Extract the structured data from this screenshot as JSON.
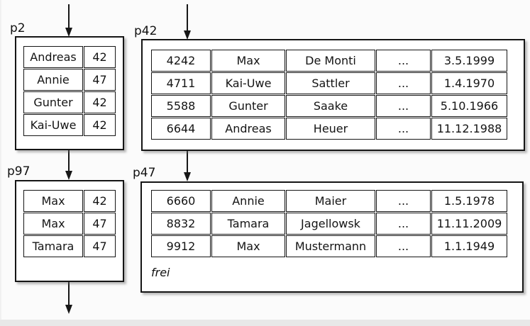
{
  "colors": {
    "canvas_bg": "#fbfbfb",
    "box_bg": "#ffffff",
    "line": "#151515",
    "footer_bar": "#e8e8e8"
  },
  "pages": {
    "p2": {
      "label": "p2",
      "rows": [
        [
          "Andreas",
          "42"
        ],
        [
          "Annie",
          "47"
        ],
        [
          "Gunter",
          "42"
        ],
        [
          "Kai-Uwe",
          "42"
        ]
      ]
    },
    "p42": {
      "label": "p42",
      "rows": [
        [
          "4242",
          "Max",
          "De Monti",
          "...",
          "3.5.1999"
        ],
        [
          "4711",
          "Kai-Uwe",
          "Sattler",
          "...",
          "1.4.1970"
        ],
        [
          "5588",
          "Gunter",
          "Saake",
          "...",
          "5.10.1966"
        ],
        [
          "6644",
          "Andreas",
          "Heuer",
          "...",
          "11.12.1988"
        ]
      ]
    },
    "p97": {
      "label": "p97",
      "rows": [
        [
          "Max",
          "42"
        ],
        [
          "Max",
          "47"
        ],
        [
          "Tamara",
          "47"
        ]
      ]
    },
    "p47": {
      "label": "p47",
      "rows": [
        [
          "6660",
          "Annie",
          "Maier",
          "...",
          "1.5.1978"
        ],
        [
          "8832",
          "Tamara",
          "Jagellowsk",
          "...",
          "11.11.2009"
        ],
        [
          "9912",
          "Max",
          "Mustermann",
          "...",
          "1.1.1949"
        ]
      ],
      "free_label": "frei"
    }
  }
}
